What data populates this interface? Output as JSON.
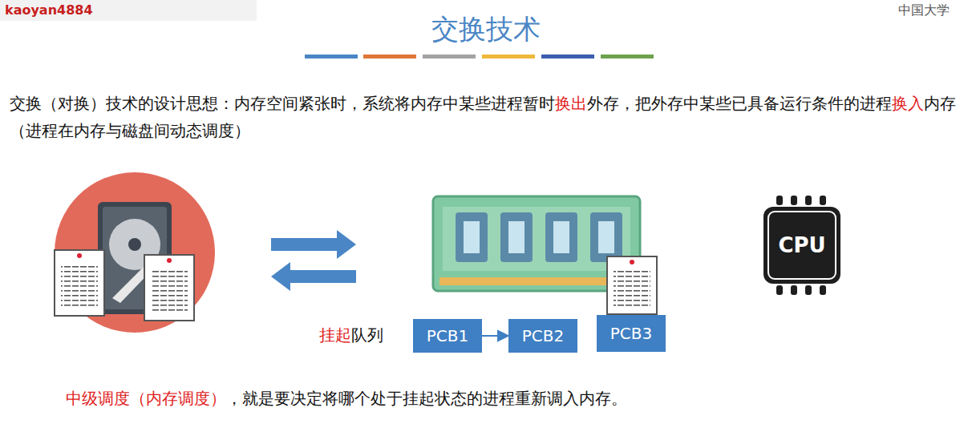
{
  "diagram": {
    "title": "交换技术",
    "nodes": [
      {
        "text": [
          "PCB1"
        ]
      },
      {
        "text": [
          "PCB2"
        ]
      },
      {
        "text": [
          "PCB3"
        ]
      }
    ],
    "edges": [
      {
        "from": 0,
        "to": 1,
        "arrow": "to"
      }
    ],
    "labels": [
      "kaoyan4884",
      "中国大学",
      "交换（对换）技术的设计思想：内存空间紧张时，系统将内存中某些进程暂时",
      "换出",
      "外存，把外存中某些已具备运行条件的进程",
      "换入",
      "内存（进程在内存与磁盘间动态调度）",
      "CPU",
      "挂起",
      "队列",
      "中级调度（内存调度）",
      "，就是要决定将哪个处于挂起状态的进程重新调入内存。"
    ]
  }
}
